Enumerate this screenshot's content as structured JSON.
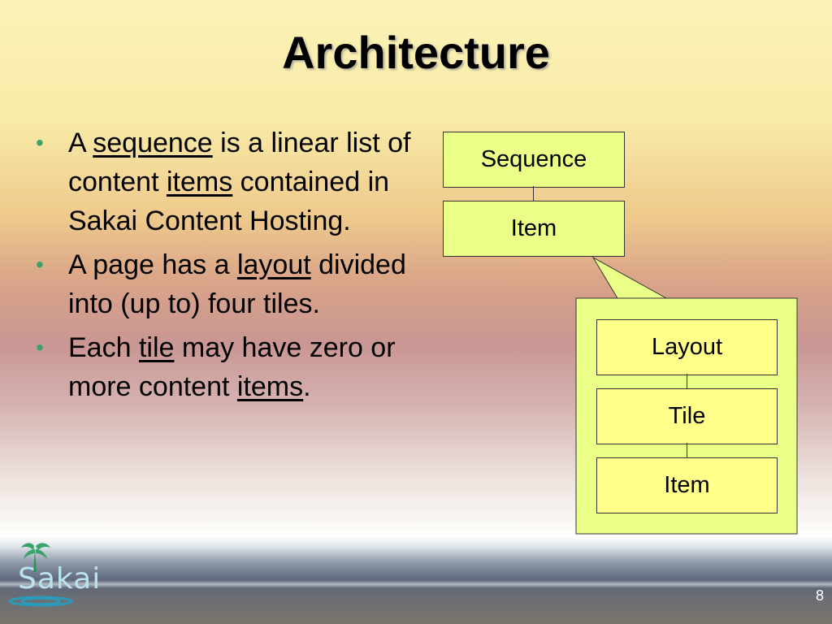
{
  "slide": {
    "title": "Architecture",
    "page_number": "8"
  },
  "bullets": [
    {
      "parts": [
        "A ",
        "sequence",
        " is a linear list of content ",
        "items",
        " contained in Sakai Content Hosting."
      ]
    },
    {
      "parts": [
        "A page has a ",
        "layout",
        " divided into (up to) four tiles."
      ]
    },
    {
      "parts": [
        "Each ",
        "tile",
        " may have zero or more content ",
        "items",
        "."
      ]
    }
  ],
  "diagram": {
    "sequence_label": "Sequence",
    "item_top_label": "Item",
    "layout_label": "Layout",
    "tile_label": "Tile",
    "item_bottom_label": "Item"
  },
  "logo": {
    "text": "Sakai",
    "icon": "palm-tree-icon"
  },
  "colors": {
    "box_green": "#e9ff88",
    "box_yellow": "#ffff8a",
    "bullet": "#3aa36a"
  }
}
